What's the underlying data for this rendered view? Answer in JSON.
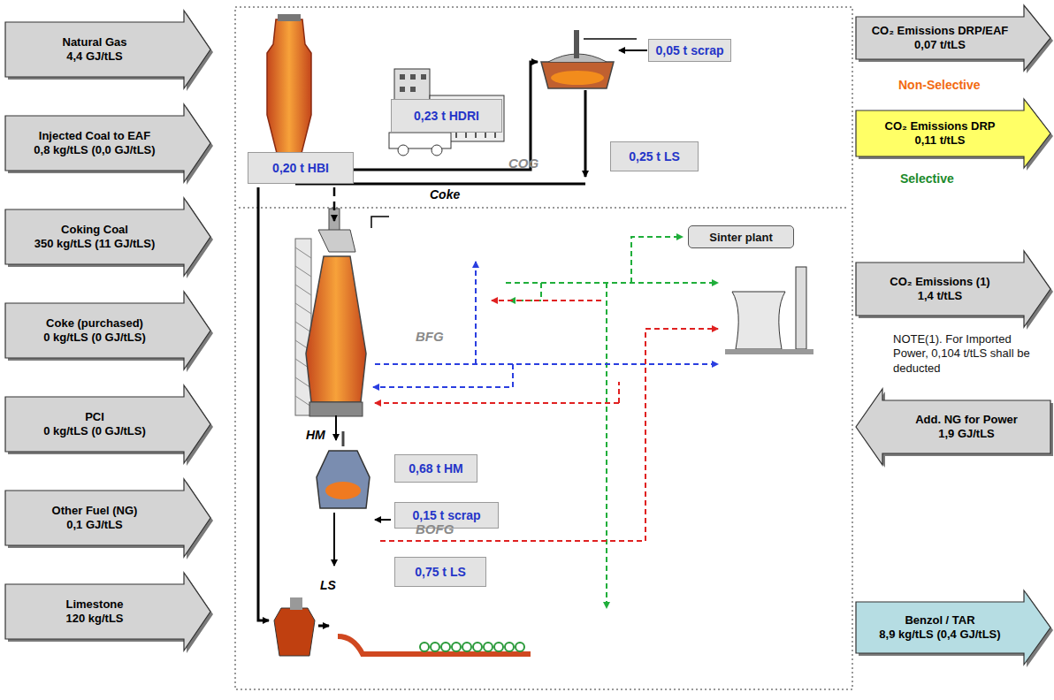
{
  "diagram": {
    "nodes": [
      {
        "text": [
          "Natural Gas",
          "4,4 GJ/tLS"
        ]
      },
      {
        "text": [
          "Injected Coal to EAF",
          "0,8 kg/tLS (0,0 GJ/tLS)"
        ]
      },
      {
        "text": [
          "Coking Coal",
          "350 kg/tLS (11 GJ/tLS)"
        ]
      },
      {
        "text": [
          "Coke (purchased)",
          "0 kg/tLS (0 GJ/tLS)"
        ]
      },
      {
        "text": [
          "PCI",
          "0 kg/tLS (0 GJ/tLS)"
        ]
      },
      {
        "text": [
          "Other Fuel (NG)",
          "0,1 GJ/tLS"
        ]
      },
      {
        "text": [
          "Limestone",
          "120 kg/tLS"
        ]
      },
      {
        "text": [
          "0,23 t HDRI"
        ]
      },
      {
        "text": [
          "0,05 t scrap"
        ]
      },
      {
        "text": [
          "0,20 t HBI"
        ]
      },
      {
        "text": [
          "0,25 t LS"
        ]
      },
      {
        "text": [
          "Sinter plant"
        ]
      },
      {
        "text": [
          "0,68 t HM"
        ]
      },
      {
        "text": [
          "0,15 t scrap"
        ]
      },
      {
        "text": [
          "0,75 t LS"
        ]
      },
      {
        "text": [
          "CO₂ Emissions DRP/EAF",
          "0,07 t/tLS"
        ]
      },
      {
        "text": [
          "CO₂ Emissions DRP",
          "0,11 t/tLS"
        ]
      },
      {
        "text": [
          "CO₂ Emissions (1)",
          "1,4 t/tLS"
        ]
      },
      {
        "text": [
          "Add. NG for Power",
          "1,9 GJ/tLS"
        ]
      },
      {
        "text": [
          "Benzol / TAR",
          "8,9 kg/tLS (0,4 GJ/tLS)"
        ]
      }
    ],
    "labels": [
      "Non-Selective",
      "Selective",
      "NOTE(1). For Imported Power, 0,104 t/tLS shall be deducted",
      "COG",
      "BFG",
      "BOFG",
      "Coke",
      "HM",
      "LS"
    ]
  }
}
